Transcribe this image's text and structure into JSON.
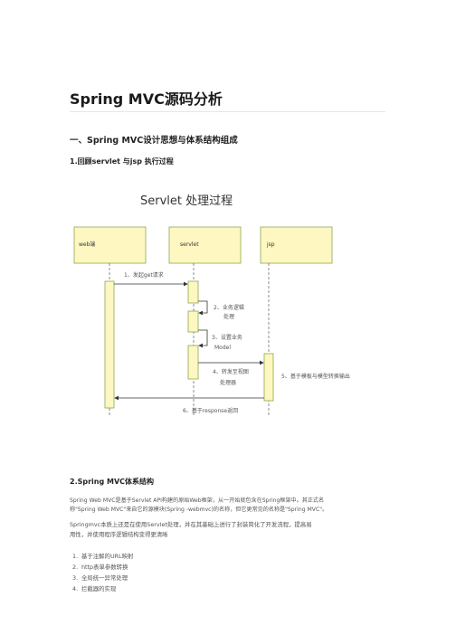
{
  "doc": {
    "title": "Spring MVC源码分析",
    "section1": "一、Spring MVC设计思想与体系结构组成",
    "subsection1": "1.回顾servlet 与jsp 执行过程",
    "subsection2": "2.Spring MVC体系结构",
    "paragraph1_line1": "Spring Web MVC是基于Servlet API构建的原始Web框架，从一开始就包含在Spring框架中。其正式名",
    "paragraph1_line2": "称\"Spring Web MVC\"来自它的源模块(Spring -webmvc)的名称，但它更常见的名称是\"Spring MVC\"。",
    "paragraph2_line1": "Springmvc本质上还是在使用Servlet处理，并在其基础上进行了封装简化了开发流程，提高易",
    "paragraph2_line2": "用性，并使用程序逻辑结构变得更清晰",
    "list": [
      {
        "num": "1.",
        "text": "基于注解的URL映射"
      },
      {
        "num": "2.",
        "text": "http表单参数转换"
      },
      {
        "num": "3.",
        "text": "全局统一异常处理"
      },
      {
        "num": "4.",
        "text": "拦截器的实现"
      }
    ]
  },
  "diagram": {
    "title": "Servlet 处理过程",
    "lane_web": "web端",
    "lane_servlet": "servlet",
    "lane_jsp": "jsp",
    "step1": "1、发起get请求",
    "step2a": "2、业务逻辑",
    "step2b": "处理",
    "step3a": "3、设置业务",
    "step3b": "Model",
    "step4a": "4、转发至视图",
    "step4b": "处理器",
    "step5": "5、基于模板与模型转换输出",
    "step6": "6、基于response返回",
    "colors": {
      "box_fill": "#fff7c2",
      "box_stroke": "#8aa84d",
      "line": "#333333"
    }
  }
}
